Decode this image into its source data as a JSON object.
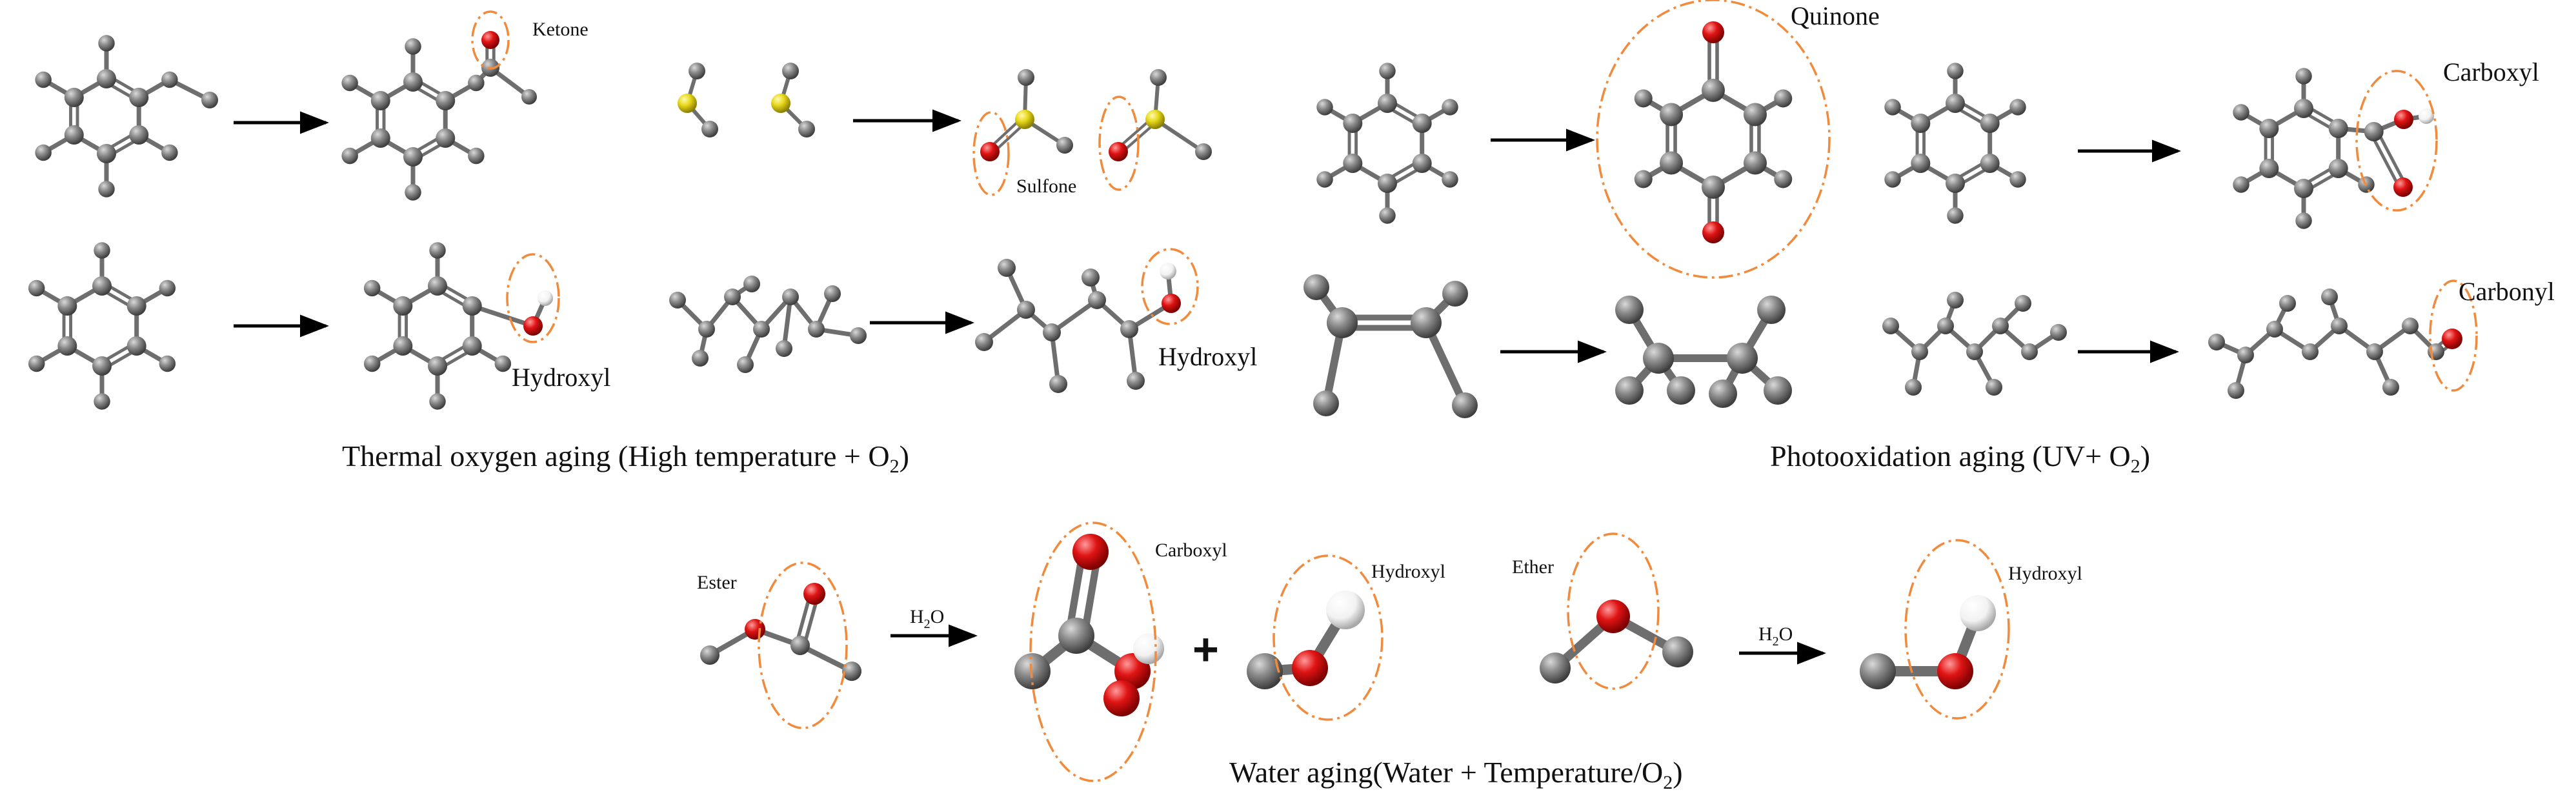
{
  "colors": {
    "carbon": "#7a7a7a",
    "bond": "#6e6e6e",
    "oxygen": "#e01414",
    "sulfur": "#e8d81c",
    "hydrogen": "#ffffff",
    "highlight": "#f08a3c",
    "arrow": "#000000"
  },
  "labels": {
    "ketone": "Ketone",
    "sulfone": "Sulfone",
    "quinone": "Quinone",
    "carboxyl_top": "Carboxyl",
    "hydroxyl_a": "Hydroxyl",
    "hydroxyl_b": "Hydroxyl",
    "carbonyl": "Carbonyl",
    "ester": "Ester",
    "carboxyl_water": "Carboxyl",
    "hydroxyl_water_a": "Hydroxyl",
    "ether": "Ether",
    "hydroxyl_water_b": "Hydroxyl",
    "plus": "+",
    "water_h": "H",
    "water_sub": "2",
    "water_o": "O"
  },
  "captions": {
    "thermal_main": "Thermal oxygen aging (High temperature + O",
    "thermal_sub": "2",
    "thermal_end": ")",
    "photo_main": "Photooxidation aging (UV+ O",
    "photo_sub": "2",
    "photo_end": ")",
    "water_main": "Water aging(Water + Temperature/O",
    "water_sub": "2",
    "water_end": ")"
  }
}
